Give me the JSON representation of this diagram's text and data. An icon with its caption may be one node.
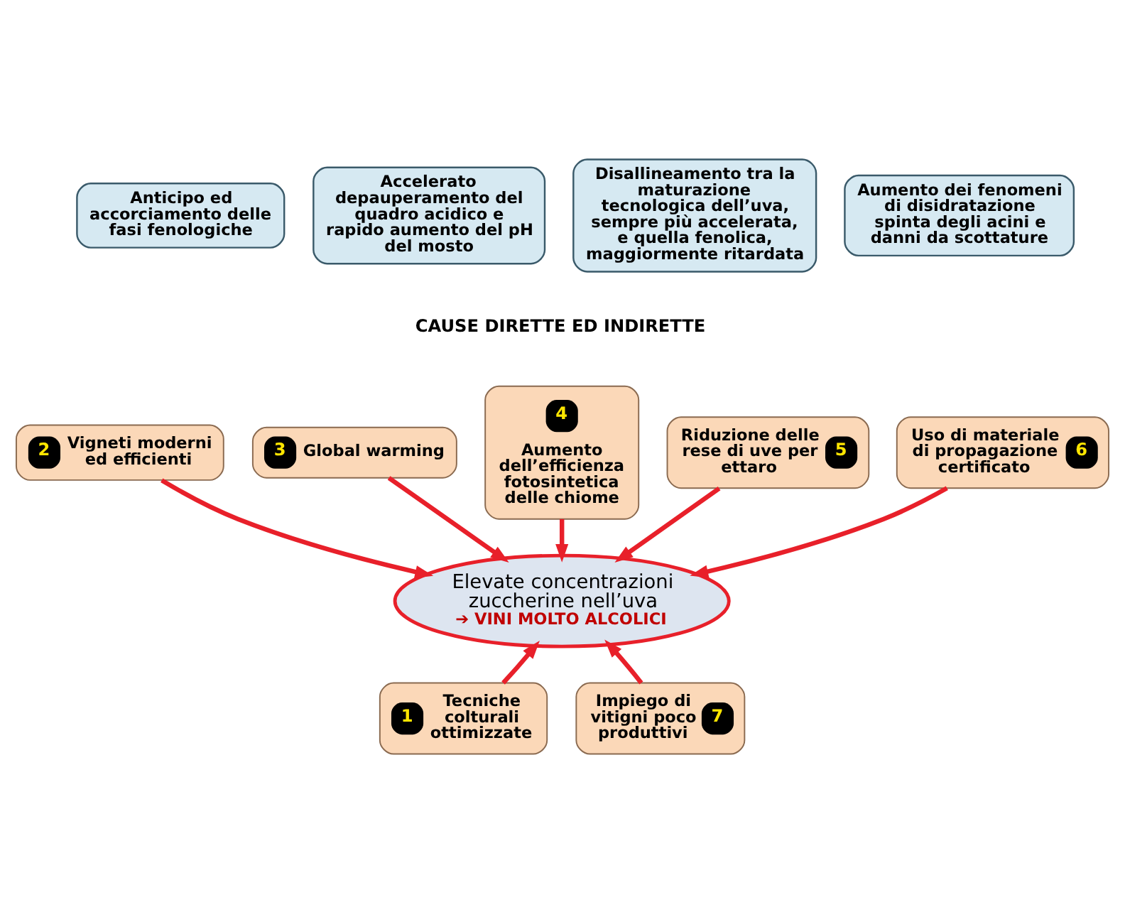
{
  "diagram": {
    "nodes": [
      {
        "text": [
          "Anticipo ed accorciamento delle fasi fenologiche"
        ]
      },
      {
        "text": [
          "Accelerato depauperamento del quadro acidico e rapido aumento del pH del mosto"
        ]
      },
      {
        "text": [
          "Disallineamento tra la maturazione tecnologica dell’uva, sempre più accelerata, e quella fenolica, maggiormente ritardata"
        ]
      },
      {
        "text": [
          "Aumento dei fenomeni di disidratazione spinta degli acini e danni da scottature"
        ]
      },
      {
        "text": [
          "4",
          "Aumento dell’efficienza fotosintetica delle chiome"
        ]
      },
      {
        "text": [
          "3",
          "Global warming"
        ]
      },
      {
        "text": [
          "Riduzione delle rese di uve per ettaro",
          "5"
        ]
      },
      {
        "text": [
          "2",
          "Vigneti moderni ed efficienti"
        ]
      },
      {
        "text": [
          "Uso di materiale di propagazione certificato",
          "6"
        ]
      },
      {
        "text": [
          "Elevate concentrazioni zuccherine nell’uva",
          "➔ VINI MOLTO ALCOLICI"
        ]
      },
      {
        "text": [
          "1",
          "Tecniche colturali ottimizzate"
        ]
      },
      {
        "text": [
          "Impiego di vitigni poco produttivi",
          "7"
        ]
      }
    ],
    "edges": [
      {
        "from": 4,
        "to": 9,
        "arrow": "to"
      },
      {
        "from": 5,
        "to": 9,
        "arrow": "to"
      },
      {
        "from": 6,
        "to": 9,
        "arrow": "to"
      },
      {
        "from": 7,
        "to": 9,
        "arrow": "to"
      },
      {
        "from": 8,
        "to": 9,
        "arrow": "to"
      },
      {
        "from": 10,
        "to": 9,
        "arrow": "to"
      },
      {
        "from": 11,
        "to": 9,
        "arrow": "to"
      }
    ],
    "labels": [
      "CAUSE DIRETTE ED INDIRETTE"
    ]
  }
}
